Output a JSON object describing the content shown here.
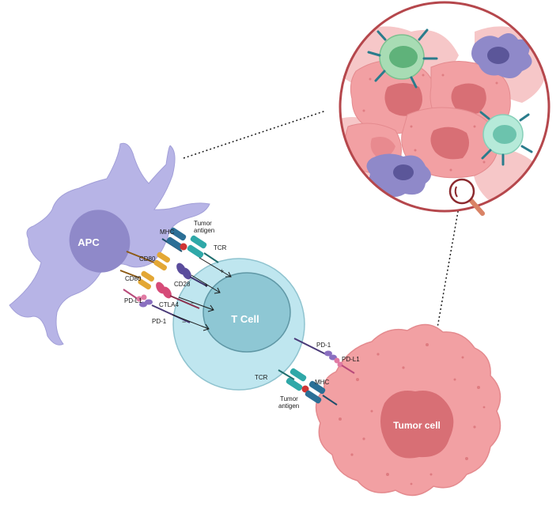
{
  "cells": {
    "apc": "APC",
    "tcell": "T Cell",
    "tumor": "Tumor cell"
  },
  "molecules": {
    "mhc_apc": "MHC",
    "antigen_apc_1": "Tumor",
    "antigen_apc_2": "antigen",
    "tcr_apc": "TCR",
    "cd80_top": "CD80",
    "cd80_bottom": "CD80",
    "cd28": "CD28",
    "ctla4": "CTLA4",
    "pdl1_apc": "PD-L1",
    "pd1_apc": "PD-1",
    "pd1_tumor": "PD-1",
    "pdl1_tumor": "PD-L1",
    "tcr_tumor": "TCR",
    "mhc_tumor": "MHC",
    "antigen_tumor_1": "Tumor",
    "antigen_tumor_2": "antigen"
  },
  "signals": {
    "tcr": "+",
    "cd28": "+",
    "ctla4": "−",
    "pd1": "−"
  },
  "colors": {
    "apc_body": "#b7b4e6",
    "apc_nucleus": "#8f89c9",
    "tcell_outer": "#bfe6ef",
    "tcell_inner": "#8ec7d4",
    "tumor_body": "#f2a0a3",
    "tumor_nucleus": "#d86f75",
    "inset_border": "#b5474c",
    "mhc": "#2b6f96",
    "tcr": "#2fa8a8",
    "cd80": "#e3a735",
    "cd28": "#5a4c9c",
    "ctla4": "#d64b78",
    "pd1": "#8a6fc0",
    "pdl1": "#e07aa3"
  }
}
